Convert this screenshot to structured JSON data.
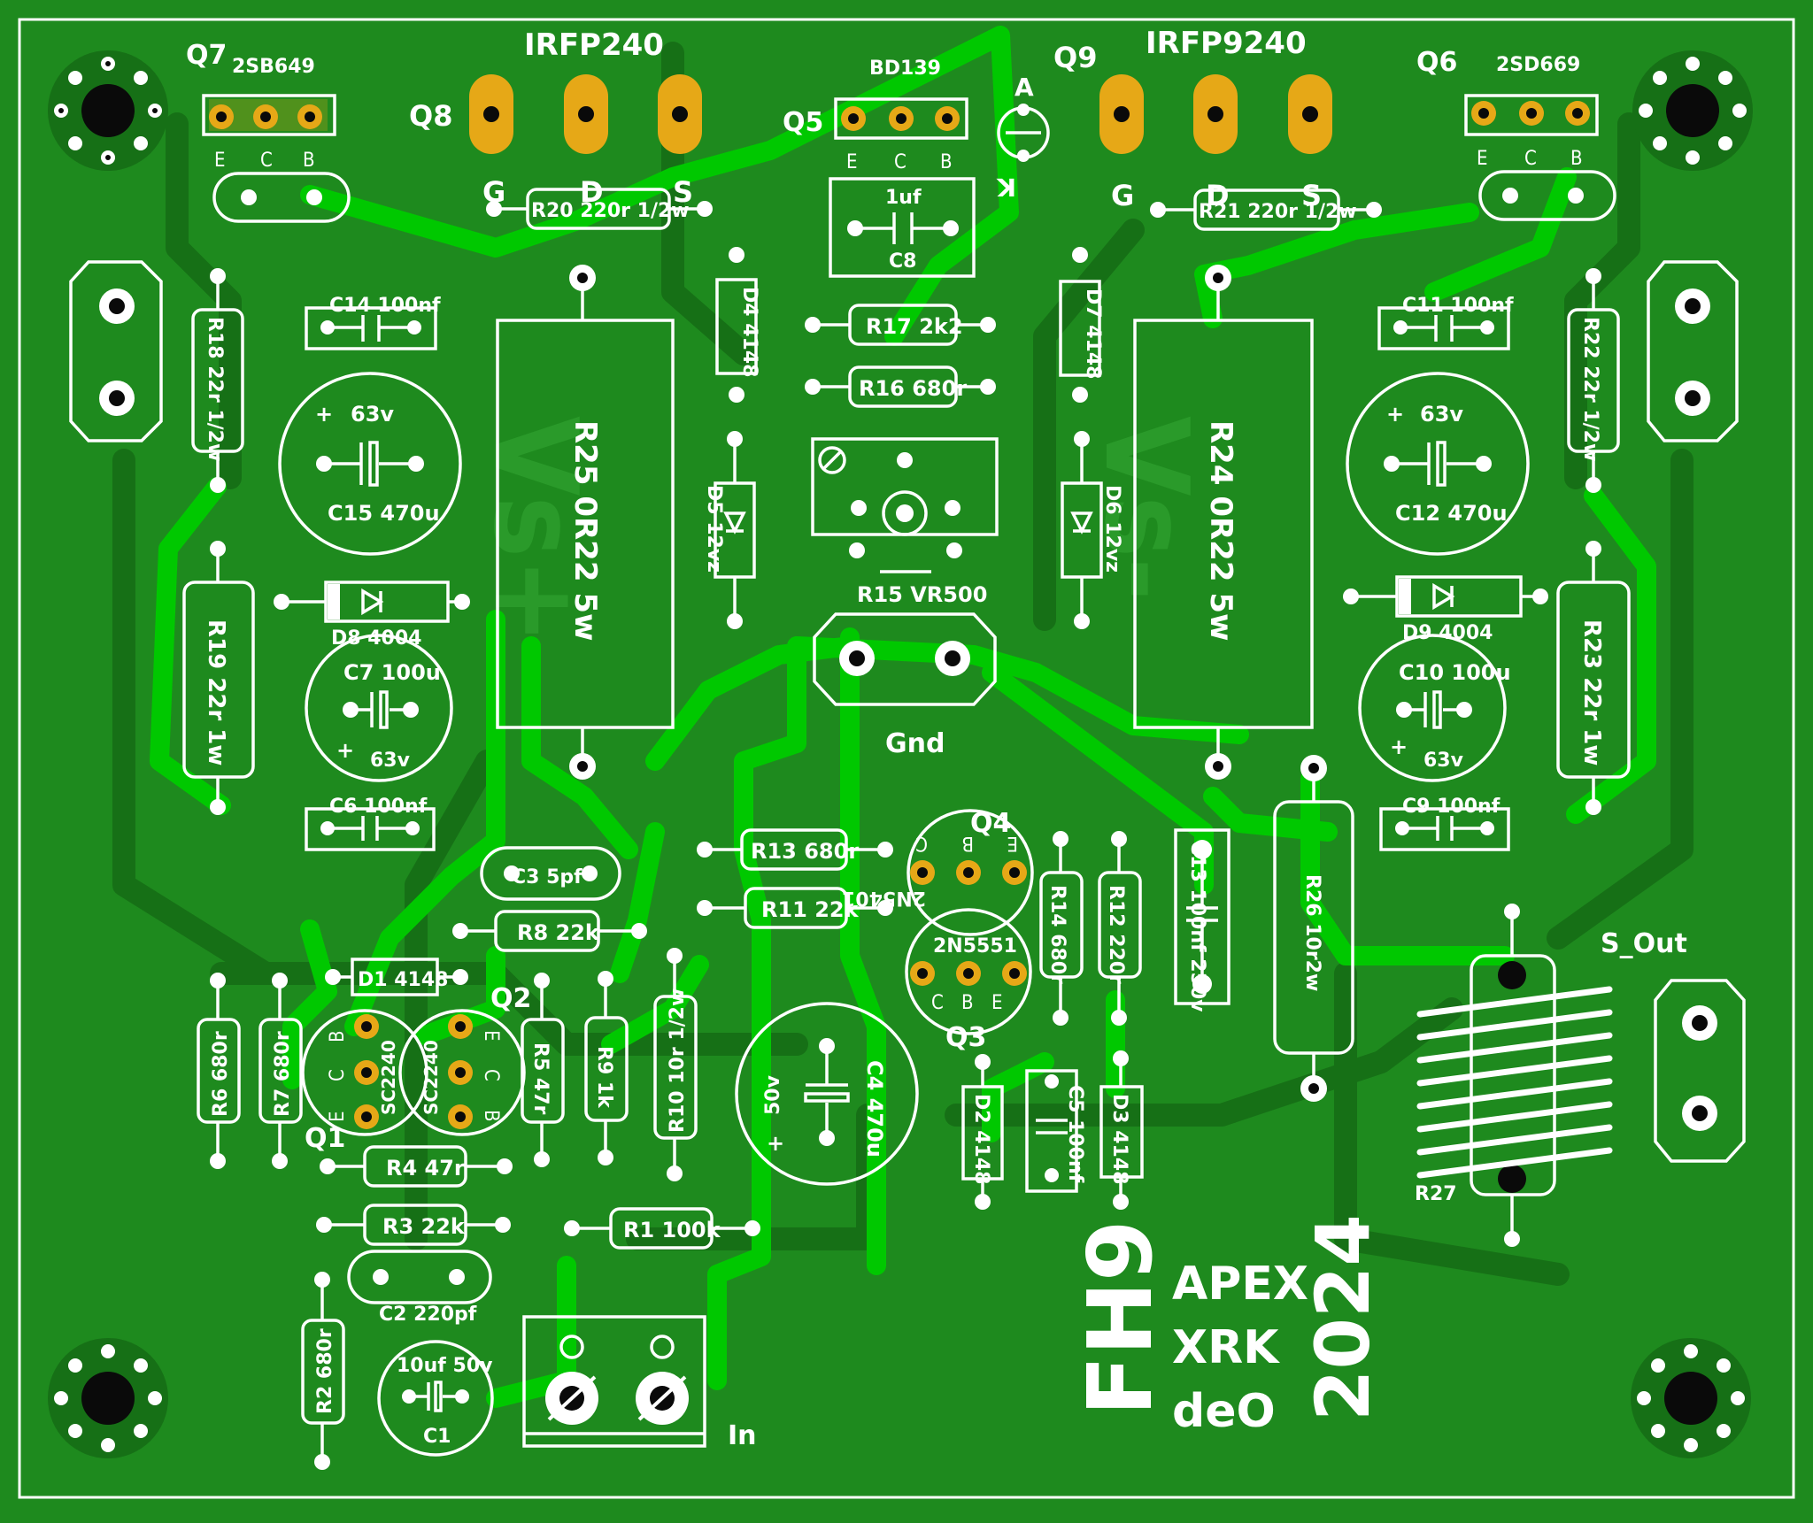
{
  "board": {
    "colors": {
      "board": "#1e8a1e",
      "copper": "#00c800",
      "silkscreen": "#ffffff",
      "gold_pad": "#e6a817",
      "dark_copper": "#167016"
    },
    "signature": {
      "model": "FH9",
      "brand_line1": "APEX",
      "brand_line2": "XRK",
      "brand_line3": "deO",
      "year": "2024"
    }
  },
  "transistors": {
    "q7": {
      "ref": "Q7",
      "part": "2SB649",
      "pins": [
        "E",
        "C",
        "B"
      ]
    },
    "q8": {
      "ref": "Q8",
      "part": "IRFP240",
      "pins": [
        "G",
        "D",
        "S"
      ]
    },
    "q5": {
      "ref": "Q5",
      "part": "BD139",
      "pins": [
        "E",
        "C",
        "B"
      ]
    },
    "q9": {
      "ref": "Q9",
      "part": "IRFP9240",
      "pins": [
        "G",
        "D",
        "S"
      ]
    },
    "q6": {
      "ref": "Q6",
      "part": "2SD669",
      "pins": [
        "E",
        "C",
        "B"
      ]
    },
    "q4": {
      "ref": "Q4",
      "part": "2N5401",
      "pins": [
        "C",
        "B",
        "E"
      ]
    },
    "q3": {
      "ref": "Q3",
      "part": "2N5551",
      "pins": [
        "C",
        "B",
        "E"
      ]
    },
    "q1": {
      "ref": "Q1",
      "part": "SC2240",
      "pins": [
        "B",
        "C",
        "E"
      ]
    },
    "q2": {
      "ref": "Q2",
      "part": "SC2240",
      "pins": [
        "E",
        "C",
        "B"
      ]
    }
  },
  "led": {
    "anode": "A",
    "cathode": "K"
  },
  "resistors": {
    "r20": "R20 220r 1/2w",
    "r21": "R21 220r 1/2w",
    "r17": "R17 2k2",
    "r16": "R16 680r",
    "r18": "R18 22r 1/2w",
    "r22": "R22 22r 1/2w",
    "r19": "R19 22r 1w",
    "r23": "R23 22r 1w",
    "r25": "R25 0R22 5w",
    "r24": "R24 0R22 5w",
    "r15": "R15 VR500",
    "r13": "R13 680r",
    "r11": "R11 22k",
    "r8": "R8 22k",
    "r14": "R14 680r",
    "r12": "R12 220r",
    "r26": "R26 10r2w",
    "r27": "R27",
    "r6": "R6 680r",
    "r7": "R7 680r",
    "r5": "R5 47r",
    "r9": "R9 1k",
    "r10": "R10 10r 1/2w",
    "r4": "R4 47r",
    "r3": "R3 22k",
    "r1": "R1 100k",
    "r2": "R2 680r"
  },
  "capacitors": {
    "c8_value": "1uf",
    "c8_ref": "C8",
    "c14": "C14 100nf",
    "c11": "C11 100nf",
    "c15_volt": "63v",
    "c15": "C15 470u",
    "c12_volt": "63v",
    "c12": "C12 470u",
    "c7": "C7 100u",
    "c7_volt": "63v",
    "c10": "C10 100u",
    "c10_volt": "63v",
    "c6": "C6 100nf",
    "c9": "C9 100nf",
    "c3": "C3 5pf",
    "c13": "C13 100nf 250v",
    "c4_volt": "50v",
    "c4": "C4 470u",
    "c5": "C5 100nf",
    "c2": "C2 220pf",
    "c1_value": "10uf 50v",
    "c1_ref": "C1",
    "plus": "+"
  },
  "diodes": {
    "d4": "D4 4148",
    "d7": "D7 4148",
    "d5": "D5 12vz",
    "d6": "D6 12vz",
    "d8": "D8 4004",
    "d9": "D9 4004",
    "d1": "D1 4148",
    "d2": "D2 4148",
    "d3": "D3 4148"
  },
  "connectors": {
    "gnd": "Gnd",
    "input": "In",
    "output": "S_Out"
  },
  "watermark": {
    "vplus": "Vs+",
    "vminus": "Vs-"
  }
}
